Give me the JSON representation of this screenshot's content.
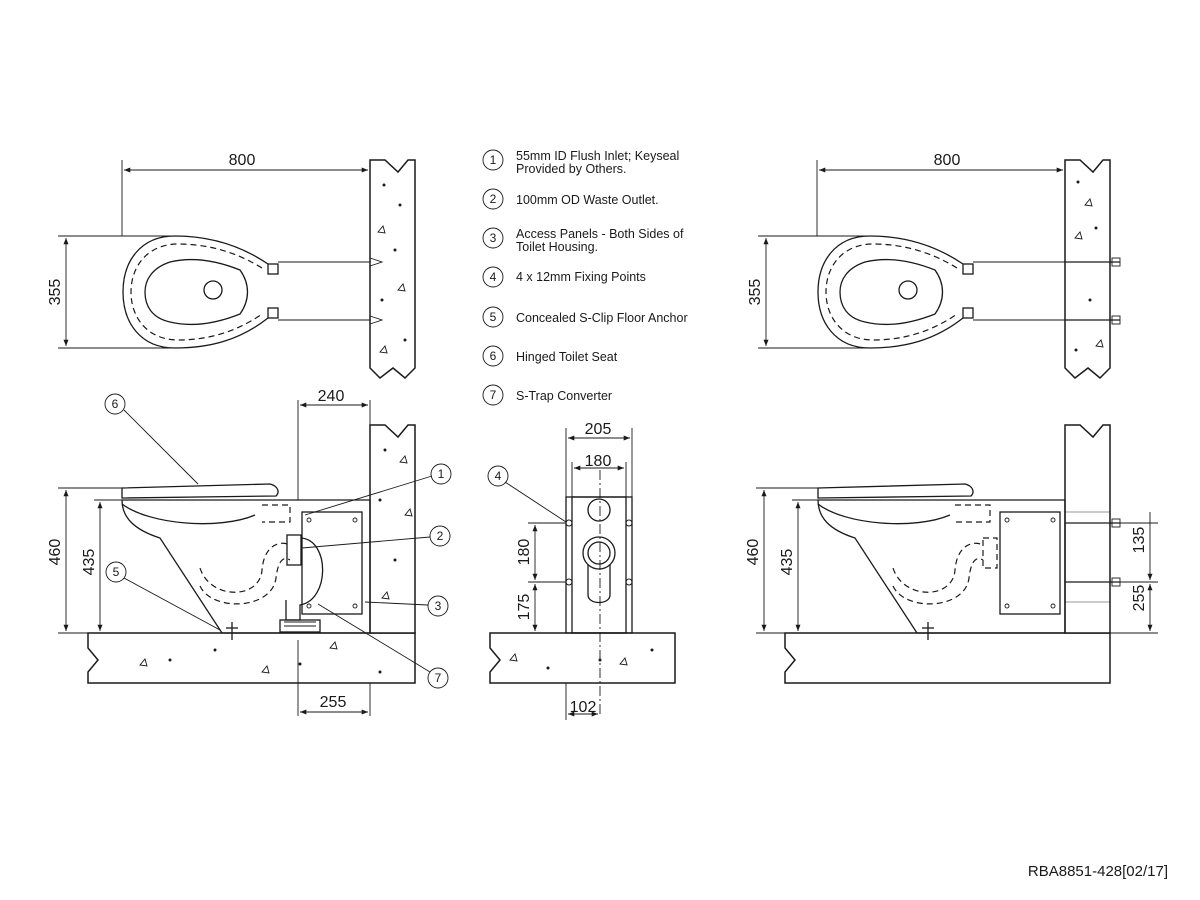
{
  "legend": [
    {
      "num": "1",
      "line1": "55mm ID Flush Inlet; Keyseal",
      "line2": "Provided by Others."
    },
    {
      "num": "2",
      "line1": "100mm OD Waste Outlet.",
      "line2": ""
    },
    {
      "num": "3",
      "line1": "Access Panels - Both Sides of",
      "line2": "Toilet Housing."
    },
    {
      "num": "4",
      "line1": "4 x 12mm Fixing Points",
      "line2": ""
    },
    {
      "num": "5",
      "line1": "Concealed S-Clip Floor Anchor",
      "line2": ""
    },
    {
      "num": "6",
      "line1": "Hinged Toilet Seat",
      "line2": ""
    },
    {
      "num": "7",
      "line1": "S-Trap Converter",
      "line2": ""
    }
  ],
  "plan_left": {
    "width": "800",
    "depth": "355"
  },
  "plan_right": {
    "width": "800",
    "depth": "355"
  },
  "side_left": {
    "setout": "240",
    "outlet": "255",
    "height": "460",
    "seat": "435"
  },
  "front": {
    "frame": "205",
    "pan": "180",
    "upper": "180",
    "lower": "175",
    "base": "102"
  },
  "side_right": {
    "height": "460",
    "seat": "435",
    "fix_upper": "135",
    "fix_lower": "255"
  },
  "reference": "RBA8851-428[02/17]"
}
